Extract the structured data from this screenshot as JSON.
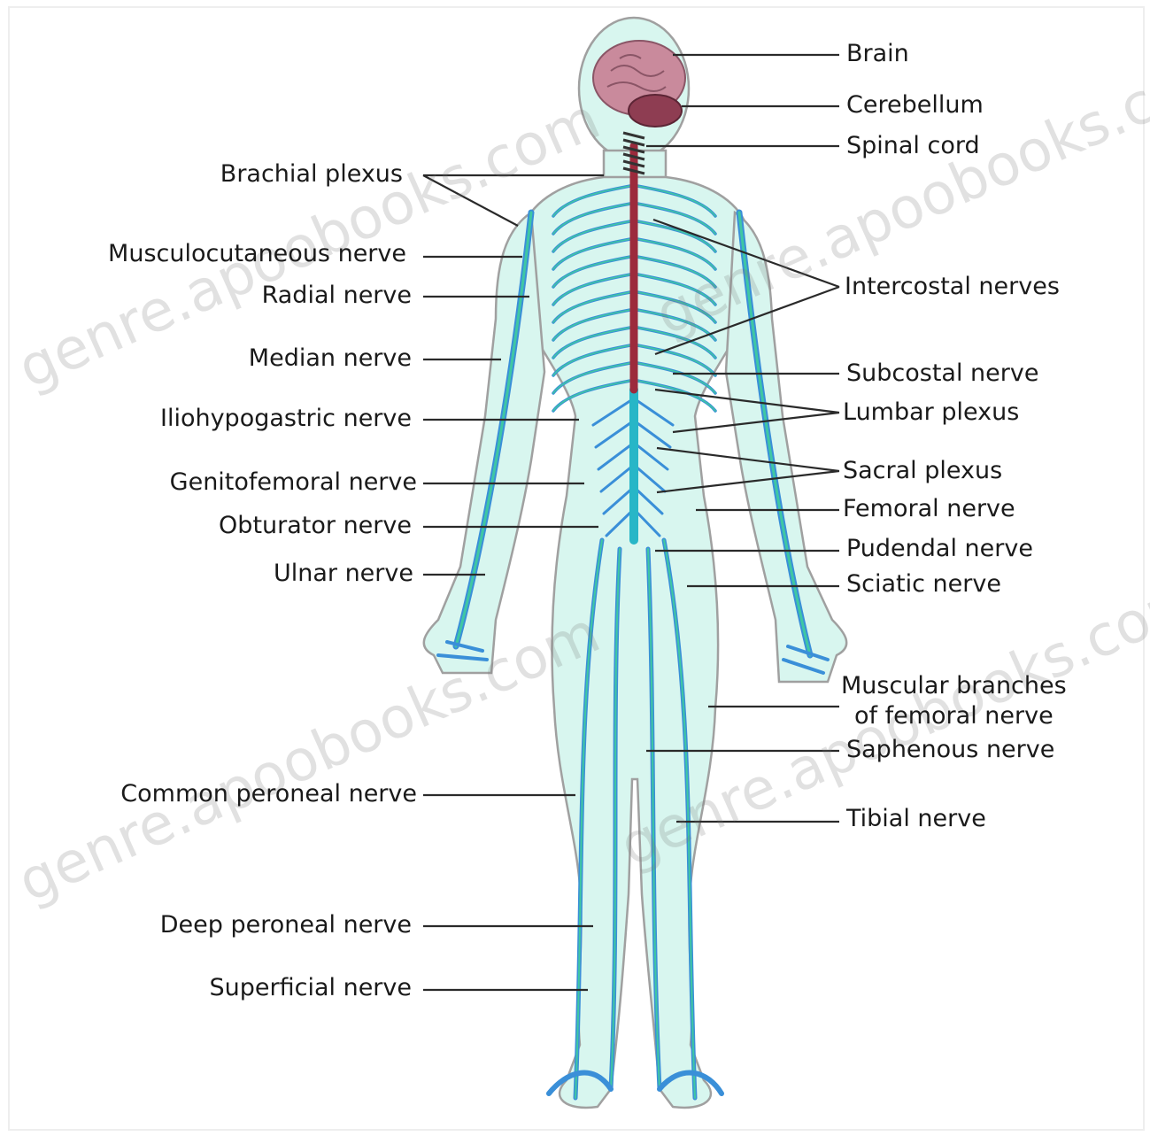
{
  "watermark": "genre.apoobooks.com",
  "colors": {
    "body_fill": "#d8f6ef",
    "body_outline": "#a0a0a0",
    "nerve_green": "#3fc7a3",
    "nerve_blue": "#3a8fd8",
    "spinal_cord": "#9c2a3c",
    "brain": "#c98a9c",
    "leader": "#2a2a2a"
  },
  "labels_left": [
    {
      "id": "brachial-plexus",
      "text": "Brachial plexus"
    },
    {
      "id": "musculocutaneous-nerve",
      "text": "Musculocutaneous nerve"
    },
    {
      "id": "radial-nerve",
      "text": "Radial nerve"
    },
    {
      "id": "median-nerve",
      "text": "Median nerve"
    },
    {
      "id": "iliohypogastric-nerve",
      "text": "Iliohypogastric nerve"
    },
    {
      "id": "genitofemoral-nerve",
      "text": "Genitofemoral nerve"
    },
    {
      "id": "obturator-nerve",
      "text": "Obturator nerve"
    },
    {
      "id": "ulnar-nerve",
      "text": "Ulnar nerve"
    },
    {
      "id": "common-peroneal-nerve",
      "text": "Common peroneal nerve"
    },
    {
      "id": "deep-peroneal-nerve",
      "text": "Deep peroneal nerve"
    },
    {
      "id": "superficial-nerve",
      "text": "Superficial nerve"
    }
  ],
  "labels_right": [
    {
      "id": "brain",
      "text": "Brain"
    },
    {
      "id": "cerebellum",
      "text": "Cerebellum"
    },
    {
      "id": "spinal-cord",
      "text": "Spinal cord"
    },
    {
      "id": "intercostal-nerves",
      "text": "Intercostal nerves"
    },
    {
      "id": "subcostal-nerve",
      "text": "Subcostal nerve"
    },
    {
      "id": "lumbar-plexus",
      "text": "Lumbar plexus"
    },
    {
      "id": "sacral-plexus",
      "text": "Sacral plexus"
    },
    {
      "id": "femoral-nerve",
      "text": "Femoral nerve"
    },
    {
      "id": "pudendal-nerve",
      "text": "Pudendal nerve"
    },
    {
      "id": "sciatic-nerve",
      "text": "Sciatic nerve"
    },
    {
      "id": "muscular-branches",
      "text": "Muscular branches\nof femoral nerve"
    },
    {
      "id": "saphenous-nerve",
      "text": "Saphenous nerve"
    },
    {
      "id": "tibial-nerve",
      "text": "Tibial nerve"
    }
  ]
}
